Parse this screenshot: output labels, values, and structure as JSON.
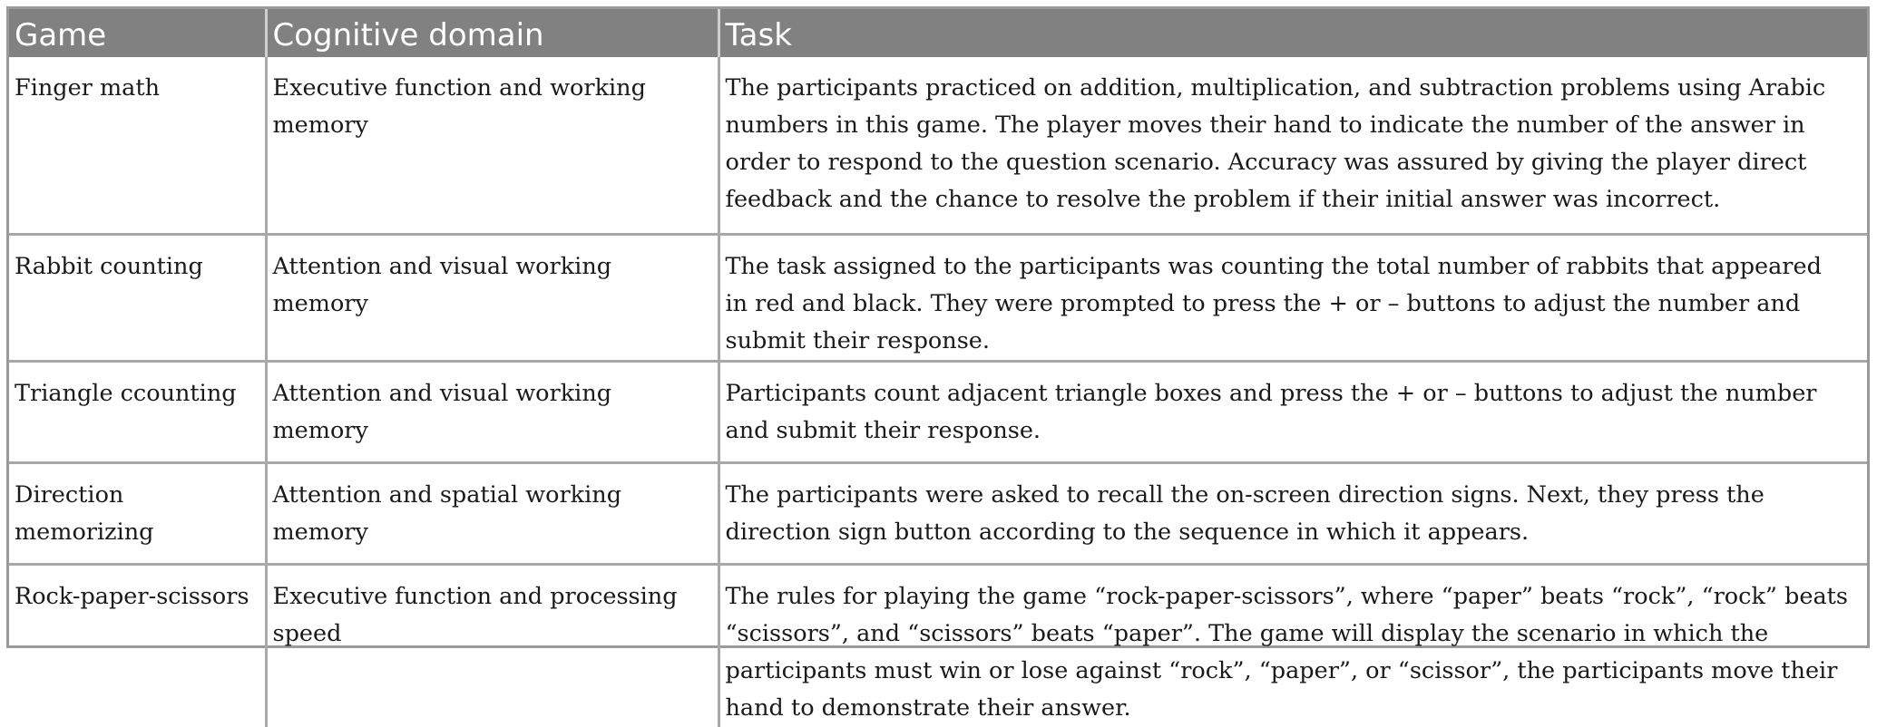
{
  "table": {
    "headers": [
      "Game",
      "Cognitive domain",
      "Task"
    ],
    "rows": [
      {
        "game": "Finger math",
        "domain": "Executive function and working memory",
        "task": "The participants practiced on addition, multiplication, and subtraction problems using Arabic numbers in this game. The player moves their hand to indicate the number of the answer in order to respond to the question scenario. Accuracy was assured by giving the player direct feedback and the chance to resolve the problem if their initial answer was incorrect."
      },
      {
        "game": "Rabbit counting",
        "domain": "Attention and visual working memory",
        "task": "The task assigned to the participants was counting the total number of rabbits that appeared in red and black. They were prompted to press the + or – buttons to adjust the number and submit their response."
      },
      {
        "game": "Triangle ccounting",
        "domain": "Attention and visual working memory",
        "task": "Participants count adjacent triangle boxes and press the + or – buttons to adjust the number and submit their response."
      },
      {
        "game": "Direction memorizing",
        "domain": "Attention and spatial working memory",
        "task": "The participants were asked to recall the on-screen direction signs. Next, they press the direction sign button according to the sequence in which it appears."
      },
      {
        "game": "Rock-paper-scissors",
        "domain": "Executive function and processing speed",
        "task": "The rules for playing the game “rock-paper-scissors”, where “paper” beats “rock”, “rock” beats “scissors”, and “scissors” beats “paper”. The game will display the scenario in which the participants must win or lose against “rock”, “paper”, or “scissor”, the participants move their hand to demonstrate their answer."
      }
    ]
  },
  "colors": {
    "header_bg": "#818181",
    "header_text": "#ffffff",
    "grid": "#a8a8a8"
  }
}
